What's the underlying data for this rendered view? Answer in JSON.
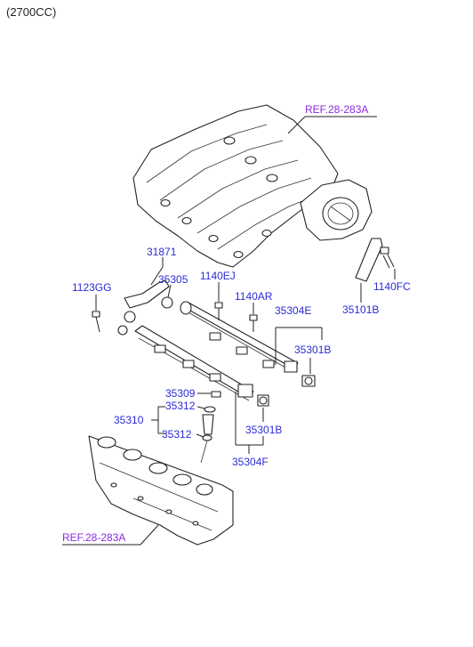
{
  "header": {
    "engine_label": "(2700CC)"
  },
  "refs": {
    "upper": "REF.28-283A",
    "lower": "REF.28-283A"
  },
  "parts": {
    "p31871": "31871",
    "p35305": "35305",
    "p1123GG": "1123GG",
    "p1140EJ": "1140EJ",
    "p1140AR": "1140AR",
    "p35304E": "35304E",
    "p35301B_top": "35301B",
    "p1140FC": "1140FC",
    "p35101B": "35101B",
    "p35309": "35309",
    "p35312_top": "35312",
    "p35310": "35310",
    "p35312_bottom": "35312",
    "p35301B_bottom": "35301B",
    "p35304F": "35304F"
  }
}
